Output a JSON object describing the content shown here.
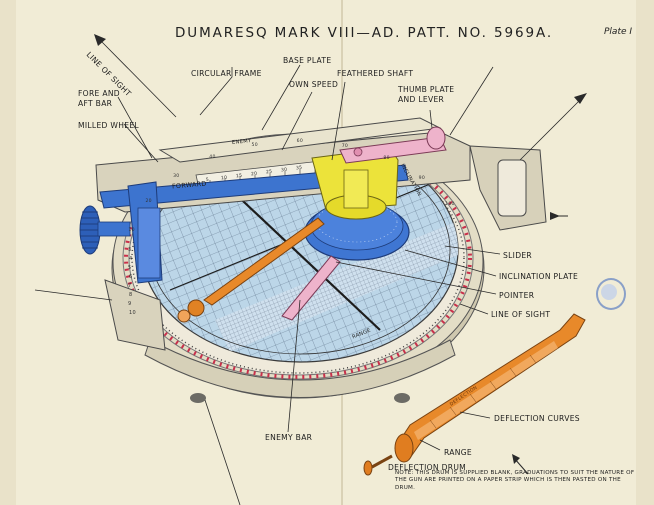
{
  "title": "DUMARESQ MARK VIII—AD. PATT. NO. 5969A.",
  "plate_label": "Plate I",
  "labels": {
    "line_of_sight_top": "LINE OF SIGHT",
    "base_plate": "BASE PLATE",
    "circular_frame": "CIRCULAR FRAME",
    "own_speed": "OWN SPEED",
    "feathered_shaft": "FEATHERED SHAFT",
    "fore_and_aft_bar_1": "FORE AND",
    "fore_and_aft_bar_2": "AFT BAR",
    "thumb_plate_1": "THUMB PLATE",
    "thumb_plate_2": "AND LEVER",
    "milled_wheel": "MILLED WHEEL",
    "slider": "SLIDER",
    "inclination_plate": "INCLINATION PLATE",
    "pointer": "POINTER",
    "line_of_sight_right": "LINE OF SIGHT",
    "deflection_curves": "DEFLECTION CURVES",
    "enemy_bar": "ENEMY BAR",
    "range": "RANGE",
    "deflection_drum": "DEFLECTION DRUM"
  },
  "instrument_text": {
    "forward": "FORWARD",
    "enemy": "ENEMY",
    "range_word": "RANGE",
    "deflection_word": "DEFLECTION",
    "inclination_word": "INCLINATION",
    "dial_left_numbers": [
      "3",
      "4",
      "5",
      "6",
      "7",
      "8",
      "9",
      "10"
    ],
    "speed_numbers": [
      "5",
      "10",
      "15",
      "20",
      "25",
      "30",
      "35"
    ],
    "ring_numbers": [
      "10",
      "20",
      "30",
      "40",
      "50",
      "60",
      "70",
      "80",
      "90",
      "100"
    ]
  },
  "note": "NOTE:  THIS DRUM IS SUPPLIED BLANK, GRADUATIONS TO SUIT THE NATURE OF THE GUN ARE PRINTED ON A PAPER STRIP WHICH IS THEN PASTED ON THE DRUM.",
  "colors": {
    "paper": "#f1ecd6",
    "frame": "#d9d3bd",
    "dial": "#bcd6e8",
    "blue_parts": "#3d74cf",
    "yellow_parts": "#ece33a",
    "pink_parts": "#eeb3cb",
    "orange_drum": "#e8892a"
  }
}
